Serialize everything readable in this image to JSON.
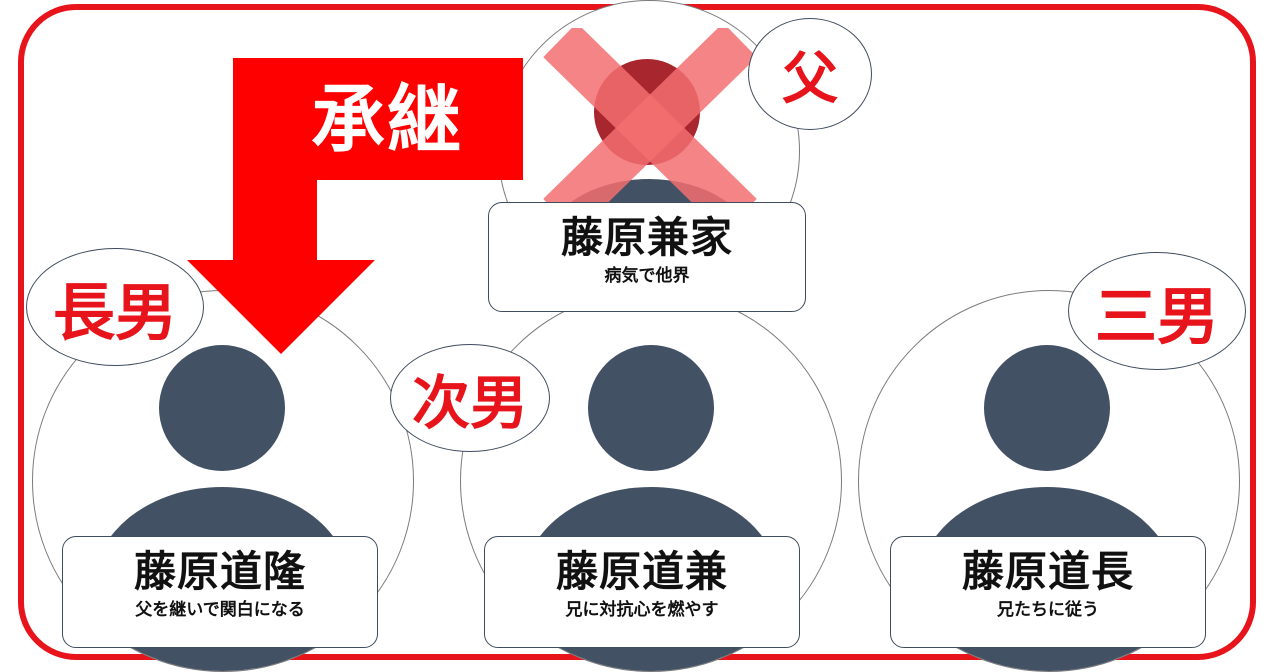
{
  "succession": {
    "label": "承継"
  },
  "father": {
    "role": "父",
    "name": "藤原兼家",
    "desc": "病気で他界"
  },
  "sons": [
    {
      "role": "長男",
      "name": "藤原道隆",
      "desc": "父を継いで関白になる"
    },
    {
      "role": "次男",
      "name": "藤原道兼",
      "desc": "兄に対抗心を燃やす"
    },
    {
      "role": "三男",
      "name": "藤原道長",
      "desc": "兄たちに従う"
    }
  ],
  "colors": {
    "accent": "#e8141b",
    "avatar": "#435165",
    "cross": "#f26e70",
    "deceased_avatar": "#a8262e"
  },
  "icons": [
    "person-icon",
    "cross-icon",
    "down-arrow-icon"
  ]
}
